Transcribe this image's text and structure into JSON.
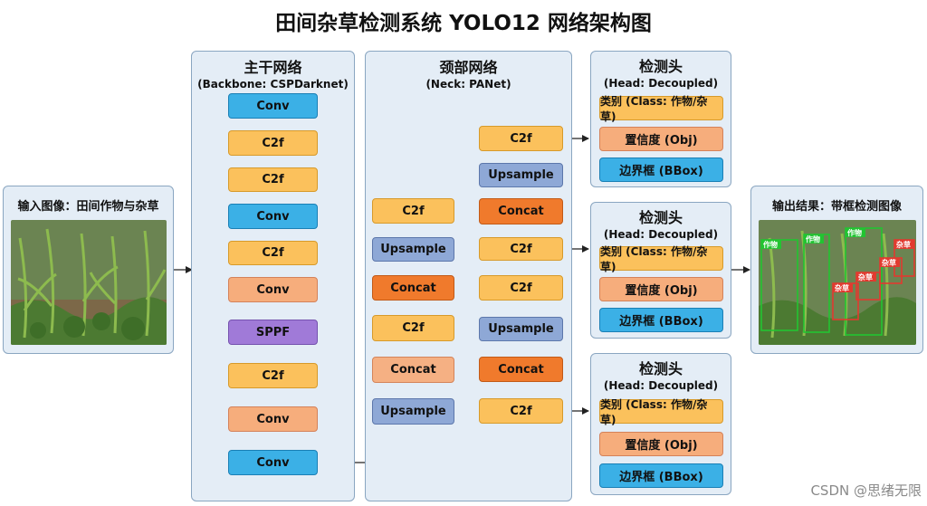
{
  "title": "田间杂草检测系统 YOLO12 网络架构图",
  "input": {
    "label": "输入图像：田间作物与杂草"
  },
  "output": {
    "label": "输出结果：带框检测图像",
    "box_labels": [
      "作物",
      "作物",
      "作物",
      "杂草",
      "杂草",
      "杂草",
      "杂草"
    ]
  },
  "backbone": {
    "title": "主干网络",
    "subtitle": "(Backbone: CSPDarknet)",
    "blocks": [
      "Conv",
      "C2f",
      "C2f",
      "Conv",
      "C2f",
      "Conv",
      "SPPF",
      "C2f",
      "Conv",
      "Conv"
    ]
  },
  "neck": {
    "title": "颈部网络",
    "subtitle": "(Neck: PANet)",
    "left_col": [
      "C2f",
      "Upsample",
      "Concat",
      "C2f",
      "Concat",
      "Upsample"
    ],
    "right_col": [
      "C2f",
      "Upsample",
      "Concat",
      "C2f",
      "C2f",
      "Upsample",
      "Concat",
      "C2f"
    ]
  },
  "heads": [
    {
      "title": "检测头",
      "subtitle": "(Head: Decoupled)",
      "cls": "类别 (Class: 作物/杂草)",
      "obj": "置信度 (Obj)",
      "box": "边界框 (BBox)"
    },
    {
      "title": "检测头",
      "subtitle": "(Head: Decoupled)",
      "cls": "类别 (Class: 作物/杂草)",
      "obj": "置信度 (Obj)",
      "box": "边界框 (BBox)"
    },
    {
      "title": "检测头",
      "subtitle": "(Head: Decoupled)",
      "cls": "类别 (Class: 作物/杂草)",
      "obj": "置信度 (Obj)",
      "box": "边界框 (BBox)"
    }
  ],
  "watermark": "CSDN @思绪无限",
  "colors": {
    "conv": "#3bb0e6",
    "c2f": "#fbc15c",
    "sppf": "#a07ad8",
    "concat": "#f07a2c",
    "upsample": "#8ea8d6",
    "crop_box": "#22c431",
    "weed_box": "#e23a2f"
  }
}
